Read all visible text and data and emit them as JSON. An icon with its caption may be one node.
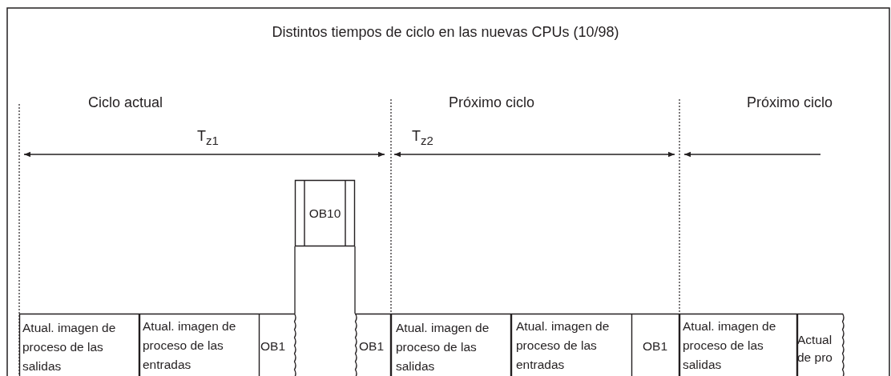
{
  "diagram": {
    "title": "Distintos tiempos de ciclo en las nuevas CPUs (10/98)",
    "nodes": [
      {
        "text": [
          "Atual. imagen de proceso de las salidas"
        ]
      },
      {
        "text": [
          "Atual. imagen de proceso de las entradas"
        ]
      },
      {
        "text": [
          "OB1"
        ]
      },
      {
        "text": [
          "OB10"
        ]
      },
      {
        "text": [
          "OB1"
        ]
      },
      {
        "text": [
          "Atual. imagen de proceso de las salidas"
        ]
      },
      {
        "text": [
          "Atual. imagen de proceso de las entradas"
        ]
      },
      {
        "text": [
          "OB1"
        ]
      },
      {
        "text": [
          "Atual. imagen de proceso de las salidas"
        ]
      },
      {
        "text": [
          "Actual de pro"
        ]
      }
    ],
    "edges": [],
    "labels": [
      "Ciclo actual",
      "Próximo ciclo",
      "Próximo ciclo",
      "T$_{z1}$",
      "T$_{z2}$"
    ]
  }
}
